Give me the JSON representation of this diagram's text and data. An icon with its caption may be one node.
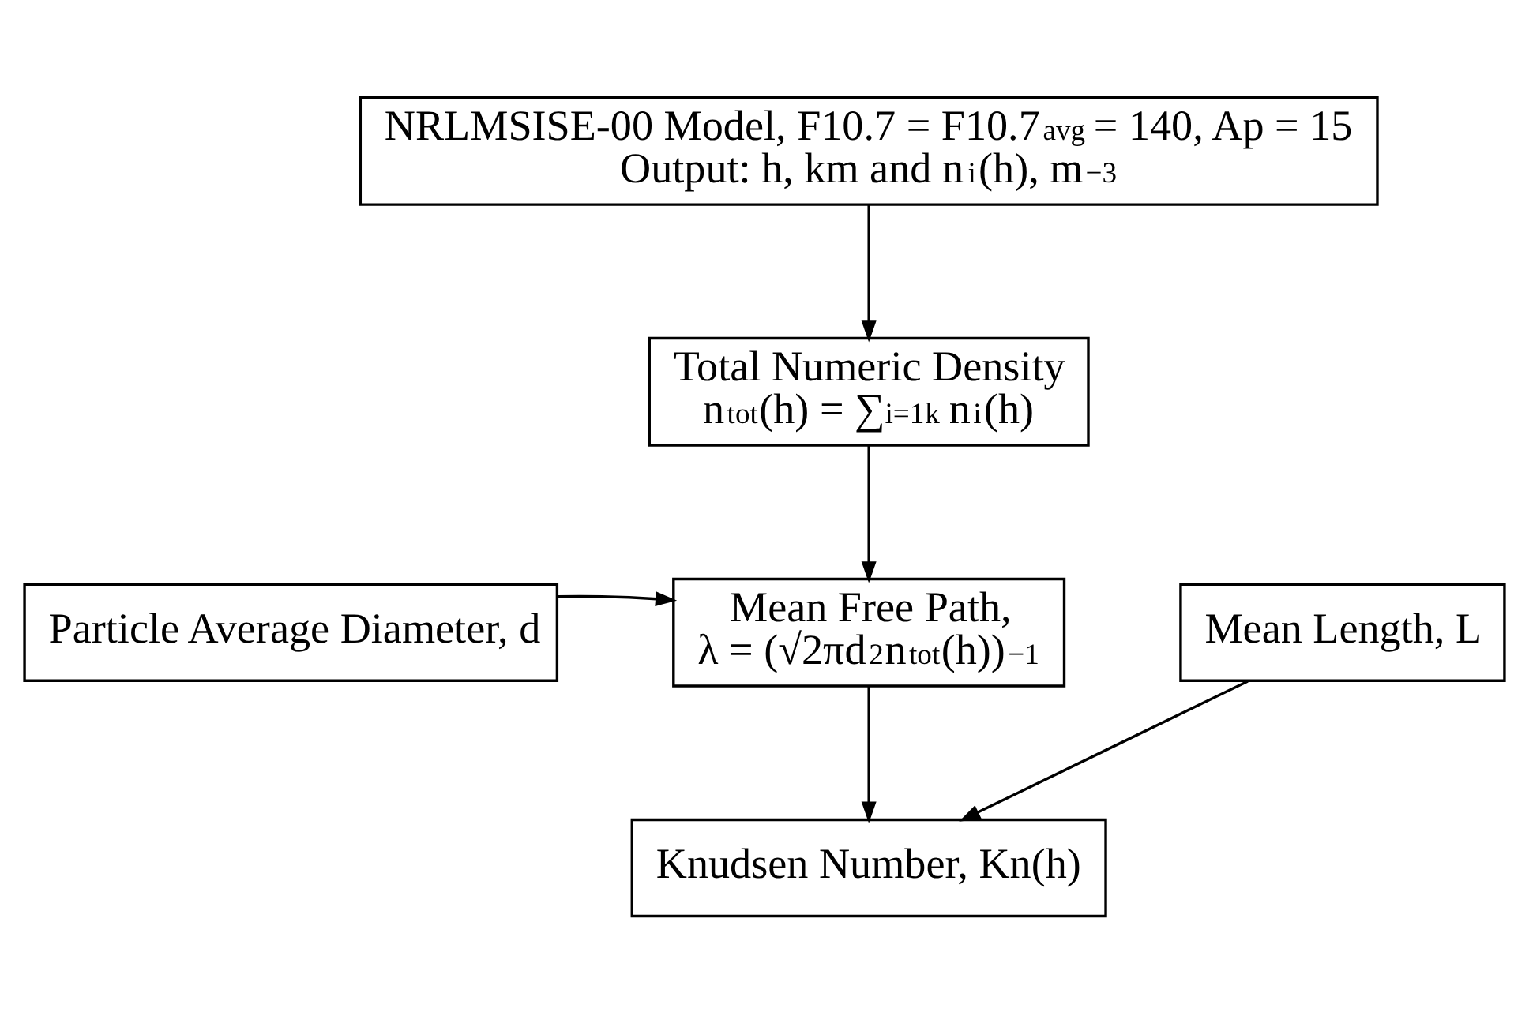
{
  "diagram": {
    "nodes": [
      {
        "text": [
          "NRLMSISE-00 Model, F10.7 = F10.7$_{avg}$ = 140, Ap = 15",
          "Output: h, km and n$_{i}$(h), m$^{−3}$"
        ]
      },
      {
        "text": [
          "Total Numeric Density",
          "n$_{tot}$(h) = ∑$_{i=1}$$^{k}$ n$_{i}$(h)"
        ]
      },
      {
        "text": [
          "Particle Average Diameter, d"
        ]
      },
      {
        "text": [
          "Mean Free Path,",
          "λ = (√2πd$^{2}$n$_{tot}$(h))$^{−1}$"
        ]
      },
      {
        "text": [
          "Mean Length, L"
        ]
      },
      {
        "text": [
          "Knudsen Number, Kn(h)"
        ]
      }
    ],
    "edges": [
      {
        "from": 0,
        "to": 1,
        "arrow": "to"
      },
      {
        "from": 1,
        "to": 3,
        "arrow": "to"
      },
      {
        "from": 2,
        "to": 3,
        "arrow": "to"
      },
      {
        "from": 3,
        "to": 5,
        "arrow": "to"
      },
      {
        "from": 4,
        "to": 5,
        "arrow": "to"
      }
    ]
  }
}
